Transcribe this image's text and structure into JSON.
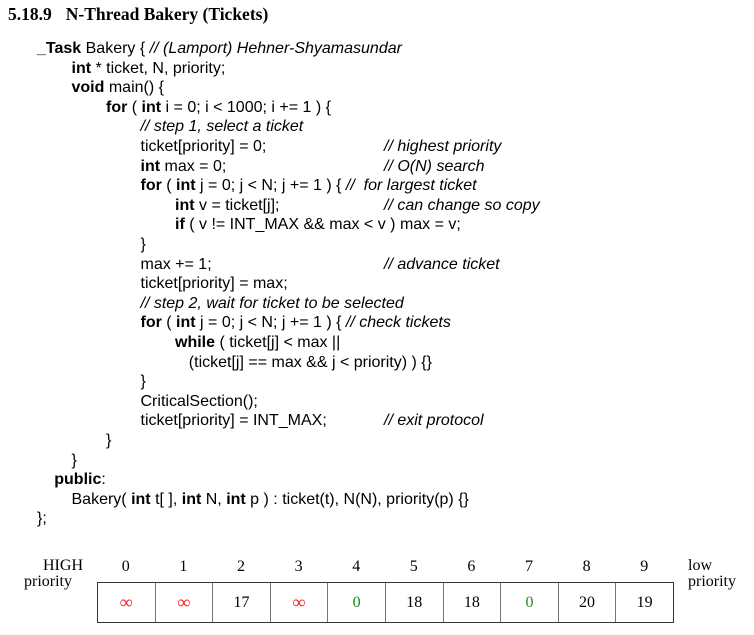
{
  "section": {
    "number": "5.18.9",
    "title": "N-Thread Bakery (Tickets)"
  },
  "code": [
    {
      "indent": 0,
      "segs": [
        {
          "k": "kw",
          "s": "_Task"
        },
        {
          "k": "p",
          "s": " Bakery { "
        },
        {
          "k": "cm",
          "s": "// (Lamport) Hehner-Shyamasundar"
        }
      ]
    },
    {
      "indent": 1,
      "segs": [
        {
          "k": "kw",
          "s": "int"
        },
        {
          "k": "p",
          "s": " * ticket, N, priority;"
        }
      ]
    },
    {
      "indent": 1,
      "segs": [
        {
          "k": "kw",
          "s": "void"
        },
        {
          "k": "p",
          "s": " main() {"
        }
      ]
    },
    {
      "indent": 2,
      "segs": [
        {
          "k": "kw",
          "s": "for"
        },
        {
          "k": "p",
          "s": " ( "
        },
        {
          "k": "kw",
          "s": "int"
        },
        {
          "k": "p",
          "s": " i = 0; i < 1000; i += 1 ) {"
        }
      ]
    },
    {
      "indent": 3,
      "segs": [
        {
          "k": "cm",
          "s": "// step 1, select a ticket"
        }
      ]
    },
    {
      "indent": 3,
      "segs": [
        {
          "k": "p",
          "s": "ticket[priority] = 0;"
        }
      ],
      "comment": "// highest priority"
    },
    {
      "indent": 3,
      "segs": [
        {
          "k": "kw",
          "s": "int"
        },
        {
          "k": "p",
          "s": " max = 0;"
        }
      ],
      "comment": "// O(N) search"
    },
    {
      "indent": 3,
      "segs": [
        {
          "k": "kw",
          "s": "for"
        },
        {
          "k": "p",
          "s": " ( "
        },
        {
          "k": "kw",
          "s": "int"
        },
        {
          "k": "p",
          "s": " j = 0; j < N; j += 1 ) { "
        },
        {
          "k": "cm",
          "s": "//  for largest ticket"
        }
      ]
    },
    {
      "indent": 4,
      "segs": [
        {
          "k": "kw",
          "s": "int"
        },
        {
          "k": "p",
          "s": " v = ticket[j];"
        }
      ],
      "comment": "// can change so copy"
    },
    {
      "indent": 4,
      "segs": [
        {
          "k": "kw",
          "s": "if"
        },
        {
          "k": "p",
          "s": " ( v != INT_MAX && max < v ) max = v;"
        }
      ]
    },
    {
      "indent": 3,
      "segs": [
        {
          "k": "p",
          "s": "}"
        }
      ]
    },
    {
      "indent": 3,
      "segs": [
        {
          "k": "p",
          "s": "max += 1;"
        }
      ],
      "comment": "// advance ticket"
    },
    {
      "indent": 3,
      "segs": [
        {
          "k": "p",
          "s": "ticket[priority] = max;"
        }
      ]
    },
    {
      "indent": 3,
      "segs": [
        {
          "k": "cm",
          "s": "// step 2, wait for ticket to be selected"
        }
      ]
    },
    {
      "indent": 3,
      "segs": [
        {
          "k": "kw",
          "s": "for"
        },
        {
          "k": "p",
          "s": " ( "
        },
        {
          "k": "kw",
          "s": "int"
        },
        {
          "k": "p",
          "s": " j = 0; j < N; j += 1 ) { "
        },
        {
          "k": "cm",
          "s": "// check tickets"
        }
      ]
    },
    {
      "indent": 4,
      "segs": [
        {
          "k": "kw",
          "s": "while"
        },
        {
          "k": "p",
          "s": " ( ticket[j] < max ||"
        }
      ]
    },
    {
      "indent": 4.4,
      "segs": [
        {
          "k": "p",
          "s": "(ticket[j] == max && j < priority) ) {}"
        }
      ]
    },
    {
      "indent": 3,
      "segs": [
        {
          "k": "p",
          "s": "}"
        }
      ]
    },
    {
      "indent": 3,
      "segs": [
        {
          "k": "p",
          "s": "CriticalSection();"
        }
      ]
    },
    {
      "indent": 3,
      "segs": [
        {
          "k": "p",
          "s": "ticket[priority] = INT_MAX;"
        }
      ],
      "comment": "// exit protocol"
    },
    {
      "indent": 2,
      "segs": [
        {
          "k": "p",
          "s": "}"
        }
      ]
    },
    {
      "indent": 1,
      "segs": [
        {
          "k": "p",
          "s": "}"
        }
      ]
    },
    {
      "indent": 0.5,
      "segs": [
        {
          "k": "kw",
          "s": "public"
        },
        {
          "k": "p",
          "s": ":"
        }
      ]
    },
    {
      "indent": 1,
      "segs": [
        {
          "k": "p",
          "s": "Bakery( "
        },
        {
          "k": "kw",
          "s": "int"
        },
        {
          "k": "p",
          "s": " t[ ], "
        },
        {
          "k": "kw",
          "s": "int"
        },
        {
          "k": "p",
          "s": " N, "
        },
        {
          "k": "kw",
          "s": "int"
        },
        {
          "k": "p",
          "s": " p ) : ticket(t), N(N), priority(p) {}"
        }
      ]
    },
    {
      "indent": 0,
      "segs": [
        {
          "k": "p",
          "s": "};"
        }
      ]
    }
  ],
  "figure": {
    "left_label": [
      "HIGH",
      "priority"
    ],
    "right_label": [
      "low",
      "priority"
    ],
    "indices": [
      "0",
      "1",
      "2",
      "3",
      "4",
      "5",
      "6",
      "7",
      "8",
      "9"
    ],
    "tickets": [
      {
        "v": "∞",
        "state": "inf"
      },
      {
        "v": "∞",
        "state": "inf"
      },
      {
        "v": "17",
        "state": "num"
      },
      {
        "v": "∞",
        "state": "inf"
      },
      {
        "v": "0",
        "state": "zero"
      },
      {
        "v": "18",
        "state": "num"
      },
      {
        "v": "18",
        "state": "num"
      },
      {
        "v": "0",
        "state": "zero"
      },
      {
        "v": "20",
        "state": "num"
      },
      {
        "v": "19",
        "state": "num"
      }
    ],
    "colors": {
      "inf": "#ff1a1a",
      "zero": "#1a8a1a",
      "num": "#000000"
    }
  }
}
